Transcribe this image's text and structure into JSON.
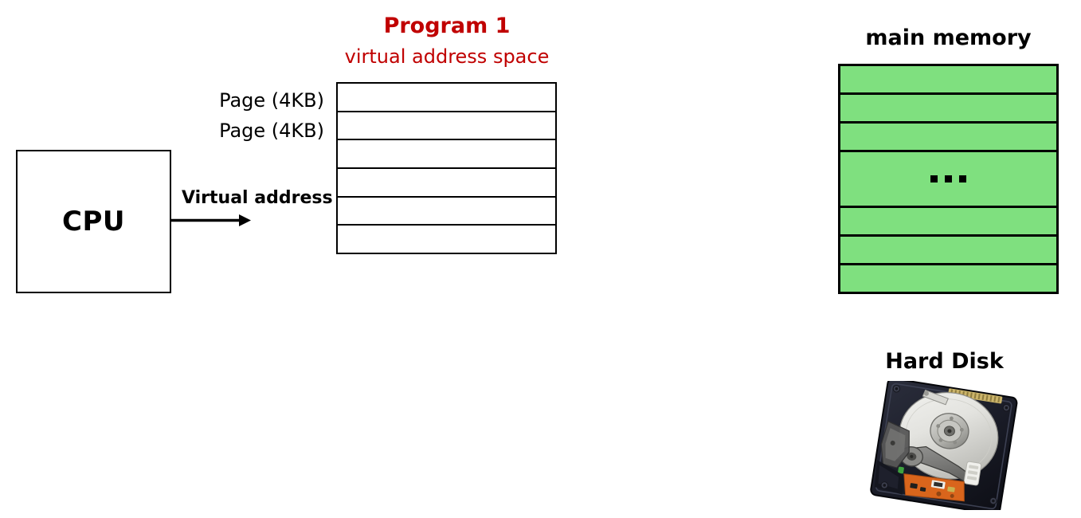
{
  "diagram": {
    "program": {
      "title": "Program 1",
      "subtitle": "virtual address space",
      "title_color": "#C00000",
      "page_labels": [
        "Page (4KB)",
        "Page (4KB)"
      ],
      "row_count": 6
    },
    "cpu": {
      "label": "CPU"
    },
    "arrow": {
      "label": "Virtual address",
      "icon": "arrow-right-icon"
    },
    "main_memory": {
      "title": "main memory",
      "fill_color": "#7FE07F",
      "ellipsis": "...",
      "row_count": 7
    },
    "hard_disk": {
      "title": "Hard Disk",
      "icon": "hard-disk-icon"
    }
  }
}
